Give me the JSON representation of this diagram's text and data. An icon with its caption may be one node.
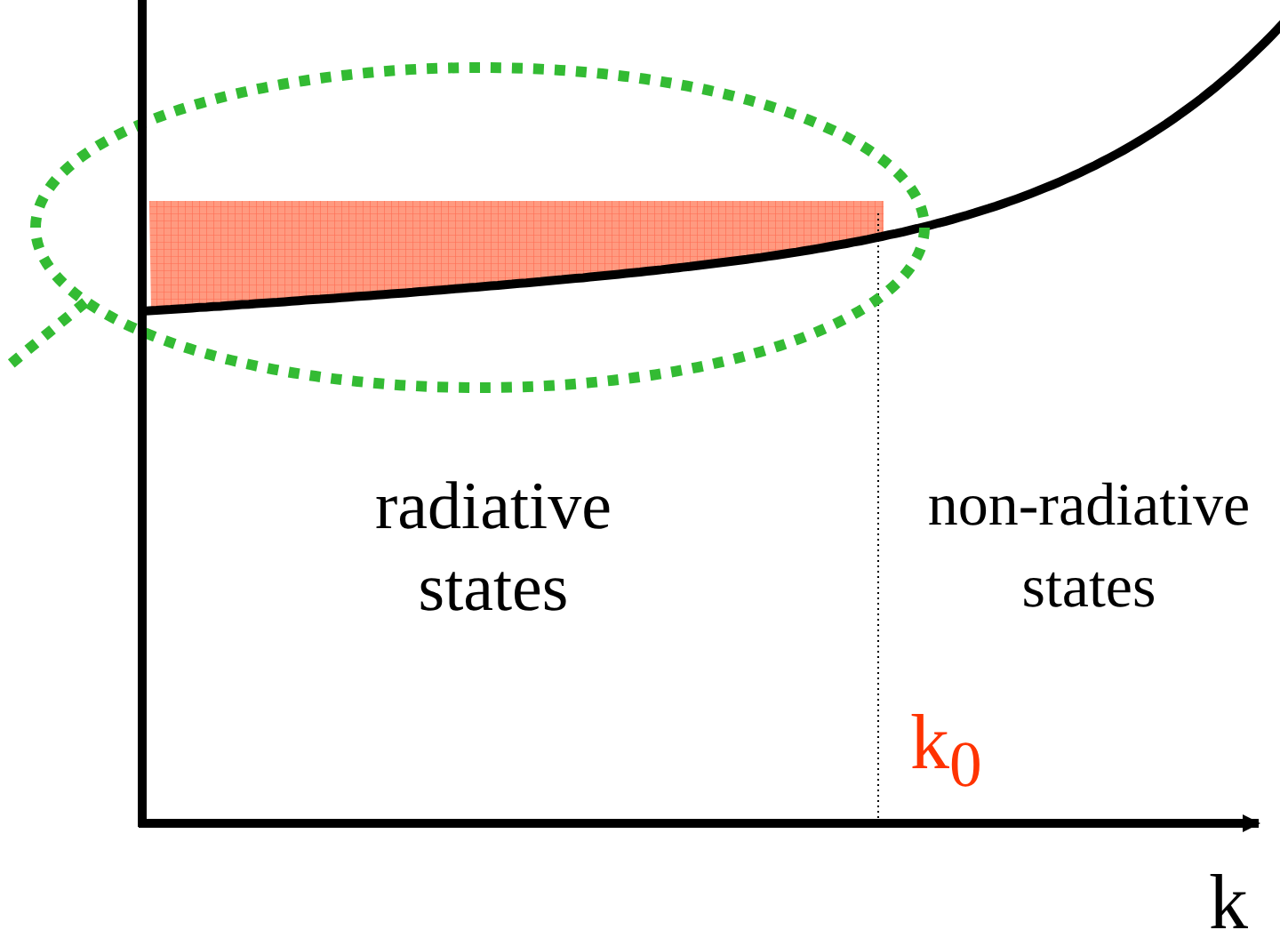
{
  "diagram": {
    "labels": [
      "radiative states",
      "non-radiative states",
      "k$_{0}$",
      "k"
    ]
  }
}
